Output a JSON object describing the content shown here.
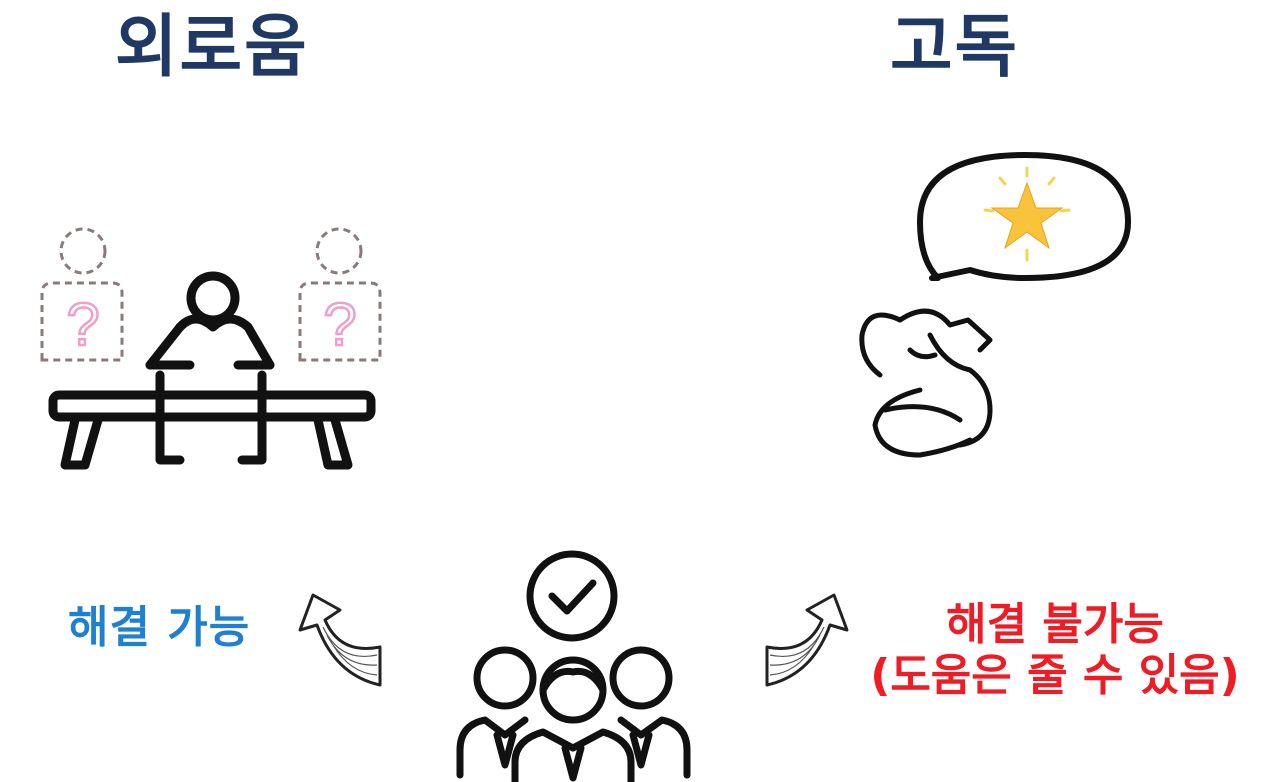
{
  "left": {
    "title": "외로움",
    "result": "해결 가능",
    "placeholder_mark": "?"
  },
  "right": {
    "title": "고독",
    "result_line1": "해결 불가능",
    "result_line2": "(도움은 줄 수 있음)"
  },
  "colors": {
    "title": "#1f3864",
    "possible": "#1f7fd0",
    "impossible": "#ee1c24",
    "question": "#f0a0c8",
    "dashed": "#8b7a7a",
    "star": "#f9c33b"
  },
  "icons": {
    "left": "person-on-bench-icon",
    "right": "solitary-thinker-icon",
    "center": "group-check-icon",
    "arrows": "curved-arrow-icon"
  }
}
